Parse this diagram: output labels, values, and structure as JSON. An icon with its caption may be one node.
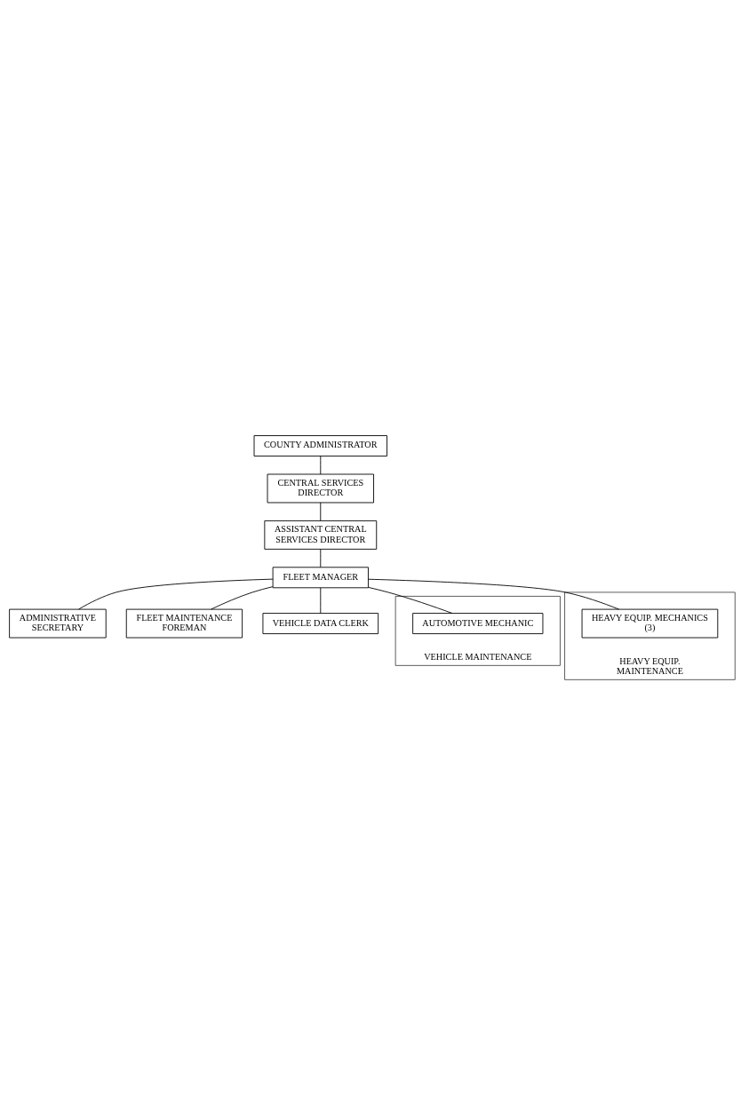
{
  "diagram": {
    "nodes": [
      {
        "text": [
          "COUNTY ADMINISTRATOR"
        ]
      },
      {
        "text": [
          "CENTRAL SERVICES DIRECTOR"
        ]
      },
      {
        "text": [
          "ASSISTANT CENTRAL SERVICES DIRECTOR"
        ]
      },
      {
        "text": [
          "FLEET MANAGER"
        ]
      },
      {
        "text": [
          "ADMINISTRATIVE SECRETARY"
        ]
      },
      {
        "text": [
          "FLEET MAINTENANCE FOREMAN"
        ]
      },
      {
        "text": [
          "VEHICLE DATA CLERK"
        ]
      },
      {
        "text": [
          "VEHICLE MAINTENANCE"
        ]
      },
      {
        "text": [
          "AUTOMOTIVE MECHANIC"
        ],
        "in": 7
      },
      {
        "text": [
          "HEAVY EQUIP. MAINTENANCE"
        ]
      },
      {
        "text": [
          "HEAVY EQUIP. MECHANICS (3)"
        ],
        "in": 9
      }
    ],
    "edges": [
      {
        "from": 0,
        "to": 1,
        "arrow": "none"
      },
      {
        "from": 1,
        "to": 2,
        "arrow": "none"
      },
      {
        "from": 2,
        "to": 3,
        "arrow": "none"
      },
      {
        "from": 3,
        "to": 4,
        "arrow": "none"
      },
      {
        "from": 3,
        "to": 5,
        "arrow": "none"
      },
      {
        "from": 3,
        "to": 6,
        "arrow": "none"
      },
      {
        "from": 3,
        "to": 8,
        "arrow": "none"
      },
      {
        "from": 3,
        "to": 10,
        "arrow": "none"
      }
    ]
  }
}
